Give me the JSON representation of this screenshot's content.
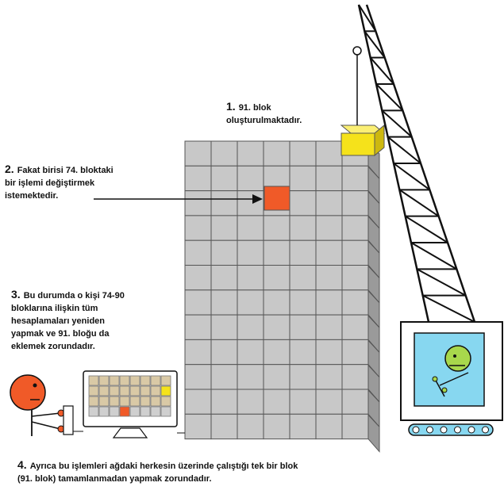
{
  "captions": {
    "step1": {
      "num": "1.",
      "line1": "91. blok",
      "line2": "oluşturulmaktadır."
    },
    "step2": {
      "num": "2.",
      "line1": "Fakat birisi 74. bloktaki",
      "line2": "bir işlemi değiştirmek",
      "line3": "istemektedir."
    },
    "step3": {
      "num": "3.",
      "line1": "Bu durumda o kişi 74-90",
      "line2": "bloklarına ilişkin tüm",
      "line3": "hesaplamaları yeniden",
      "line4": "yapmak ve 91. bloğu da",
      "line5": "eklemek zorundadır."
    },
    "step4": {
      "num": "4.",
      "line1": "Ayrıca bu işlemleri ağdaki herkesin üzerinde çalıştığı tek bir blok",
      "line2": "(91. blok) tamamlanmadan yapmak zorundadır."
    }
  },
  "colors": {
    "block_fill": "#c8c8c8",
    "block_side": "#9a9a9a",
    "block_stroke": "#555555",
    "modified_block": "#f05a28",
    "new_block": "#f5e21b",
    "person": "#f05a28",
    "screen_bg": "#87d7f0",
    "face": "#a8d84c"
  }
}
